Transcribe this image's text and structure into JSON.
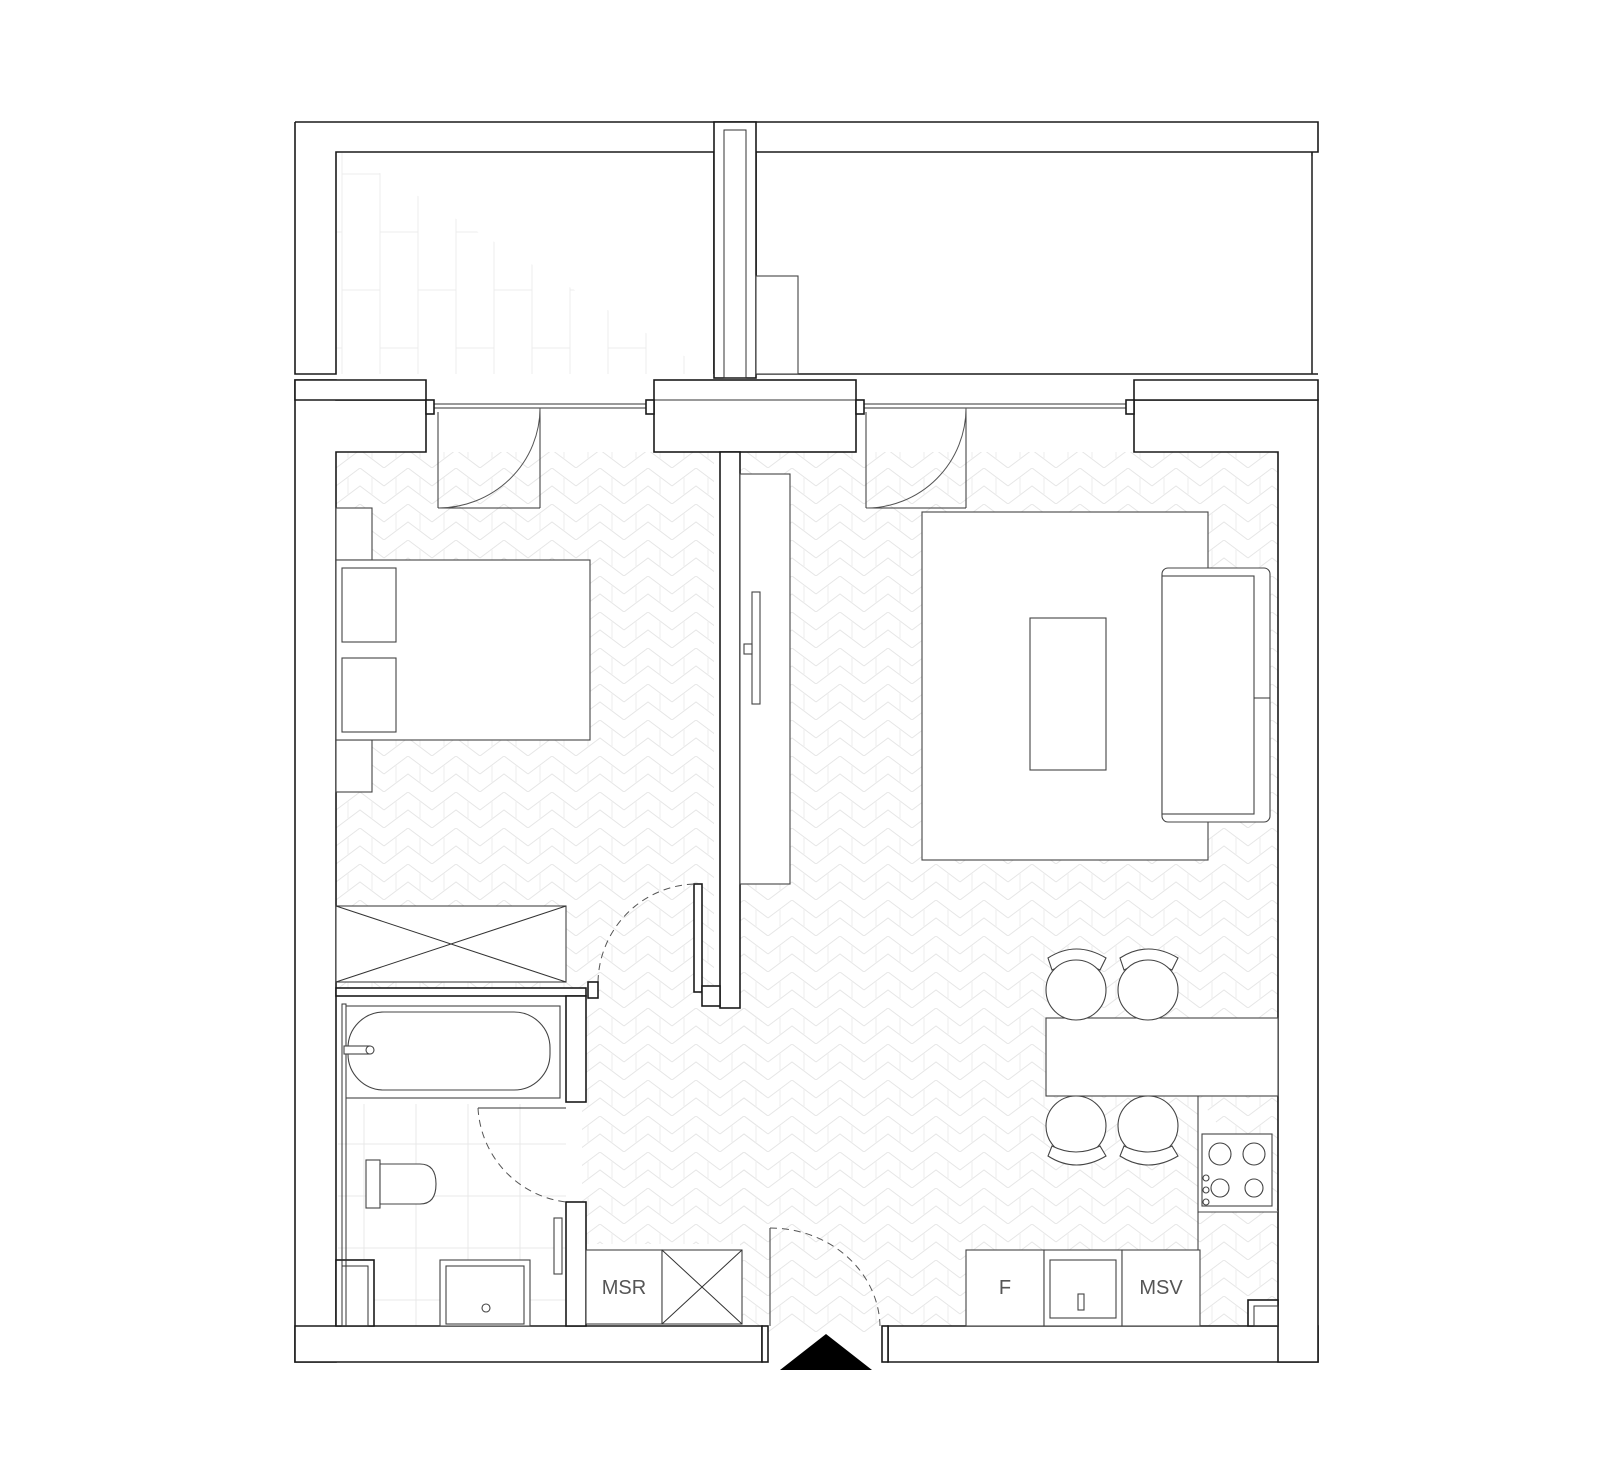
{
  "labels": {
    "msr": "MSR",
    "fridge": "F",
    "msv": "MSV"
  },
  "colors": {
    "wall_stroke": "#1a1a1a",
    "furniture_stroke": "#444444",
    "floor_pattern": "#e3e3e3",
    "entrance_marker": "#000000"
  }
}
